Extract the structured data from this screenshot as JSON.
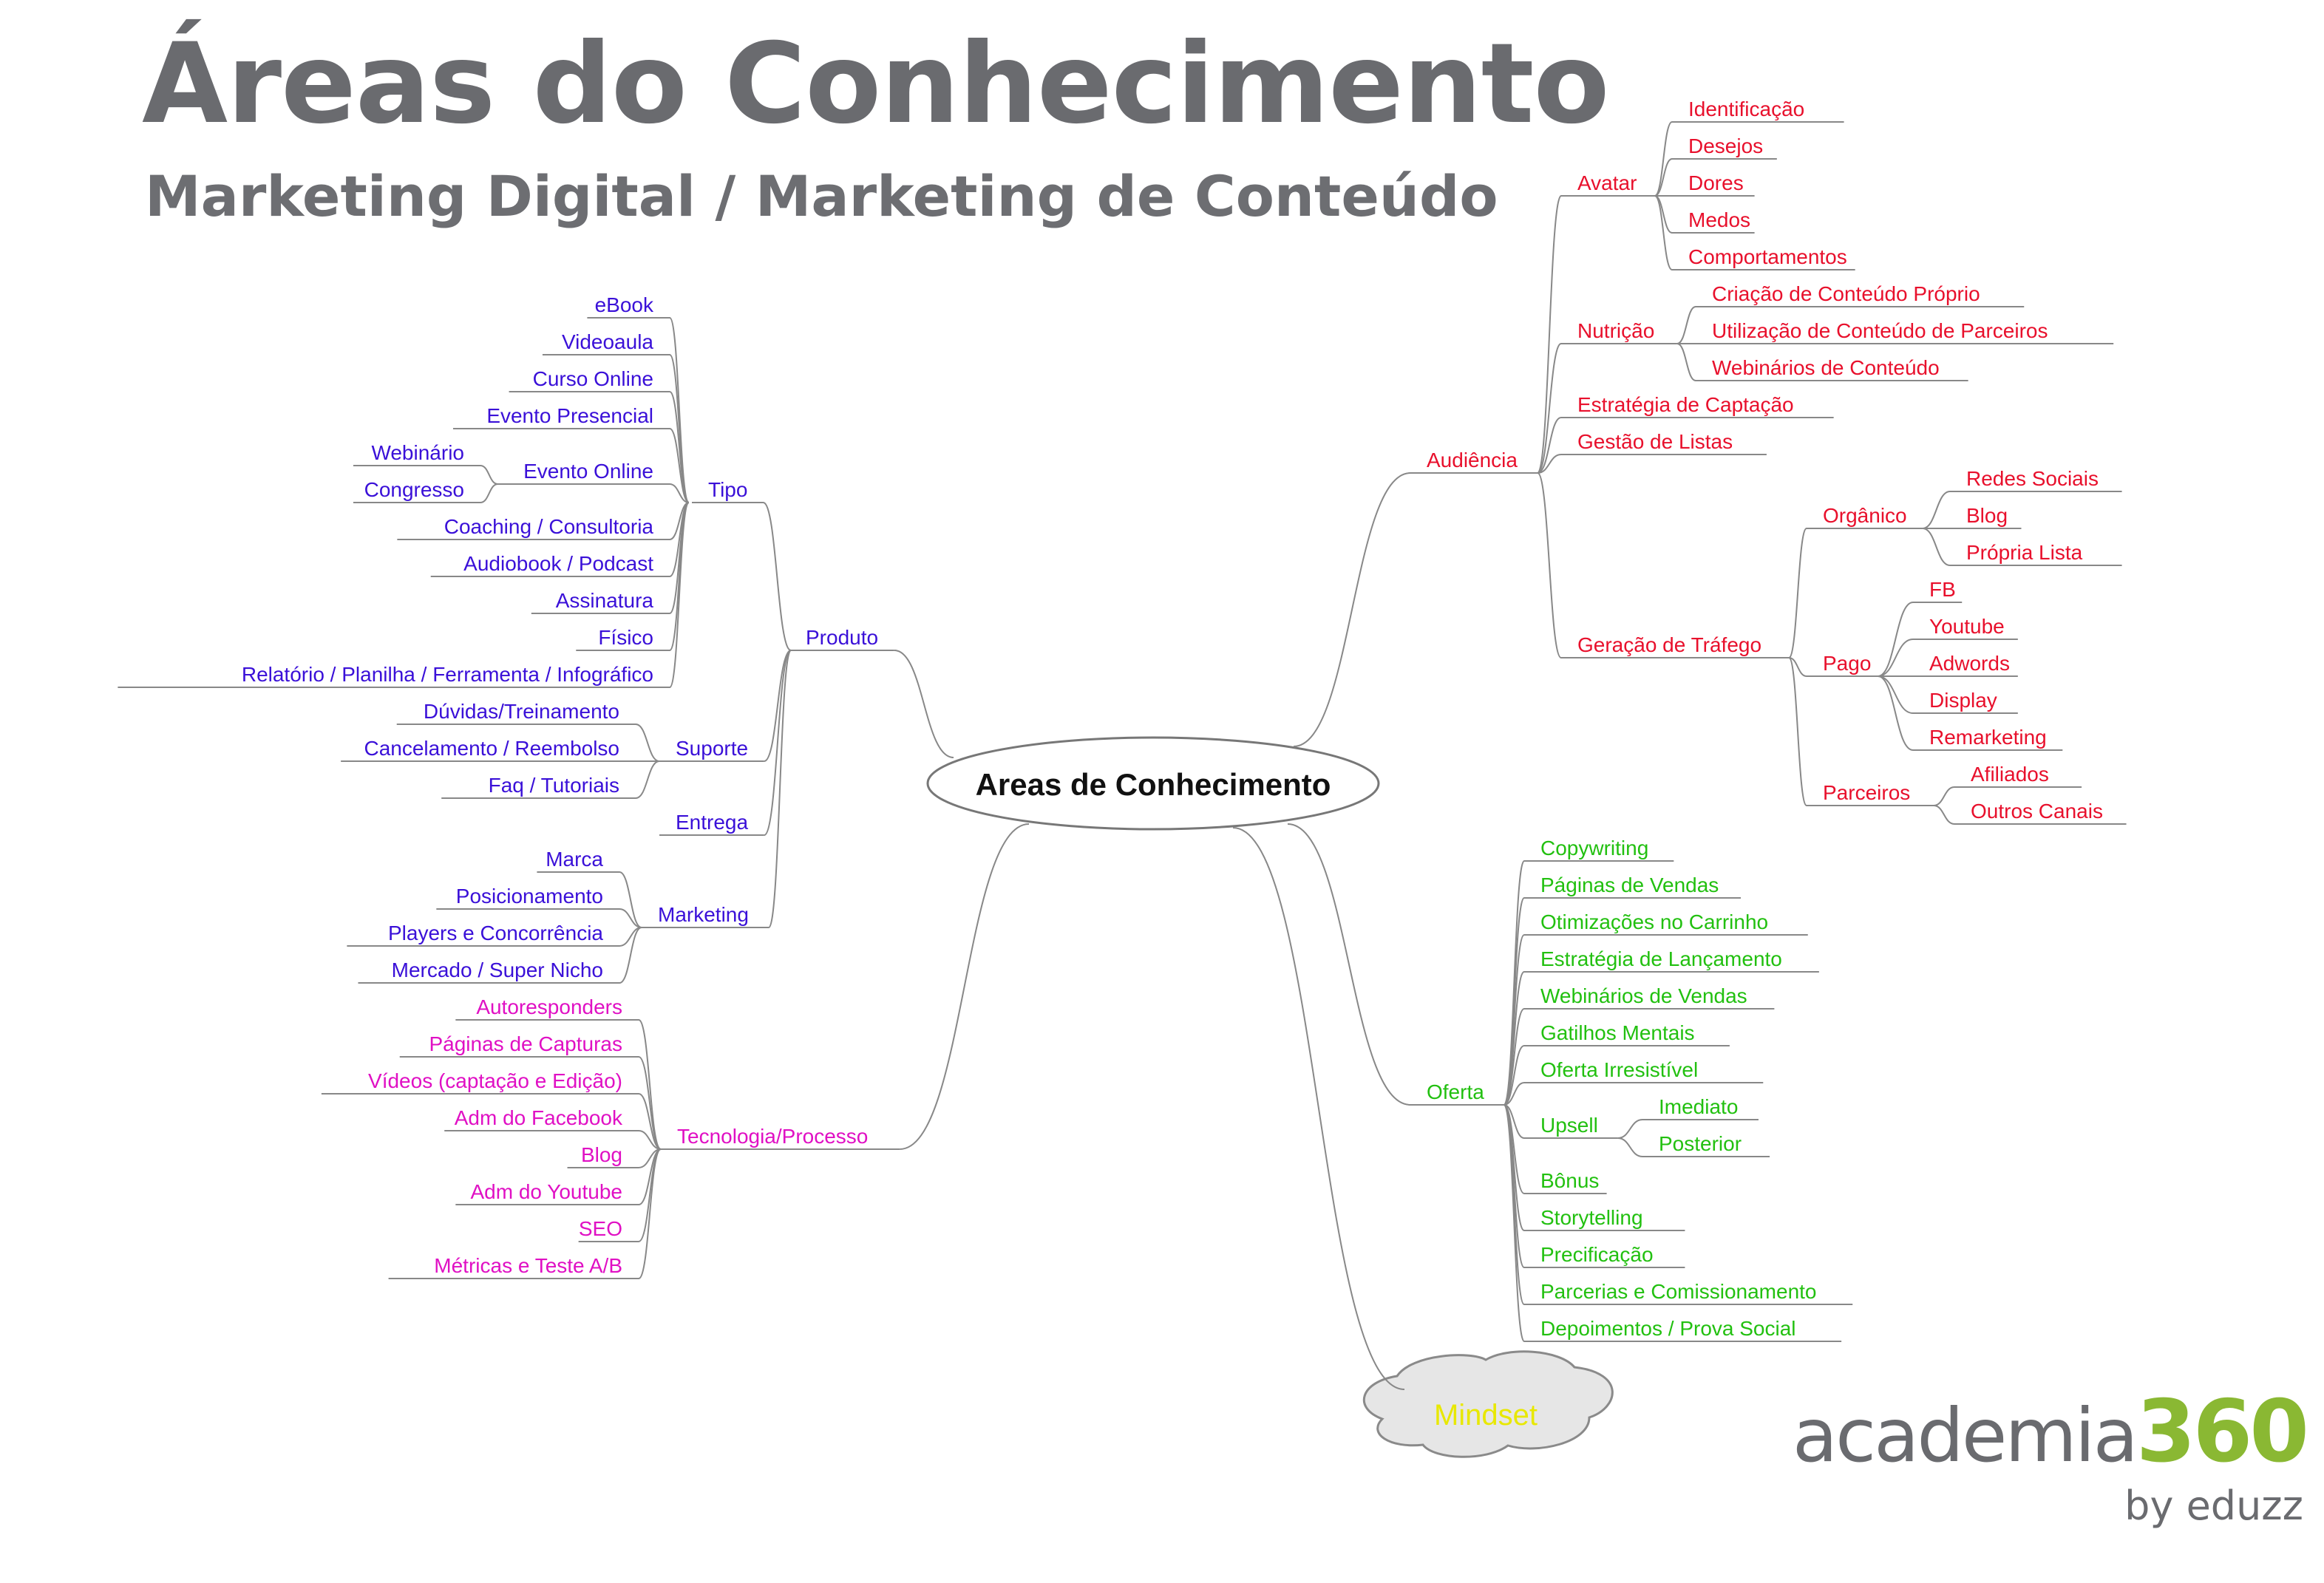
{
  "header": {
    "title": "Áreas do Conhecimento",
    "subtitle": "Marketing Digital / Marketing de Conteúdo"
  },
  "colors": {
    "produto": "#3a10d8",
    "tecnologia": "#e010c4",
    "audiencia": "#e8102c",
    "oferta": "#22c010",
    "mindset": "#e8e800",
    "line": "#888888",
    "title_gray": "#6a6b6f",
    "logo_green": "#8ab833"
  },
  "mindmap": {
    "center": "Areas de Conhecimento",
    "mindset": "Mindset",
    "produto": {
      "label": "Produto",
      "tipo": {
        "label": "Tipo",
        "items": [
          "eBook",
          "Videoaula",
          "Curso Online",
          "Evento Presencial"
        ],
        "evento_online": {
          "label": "Evento Online",
          "children": [
            "Webinário",
            "Congresso"
          ]
        },
        "items2": [
          "Coaching / Consultoria",
          "Audiobook / Podcast",
          "Assinatura",
          "Físico",
          "Relatório / Planilha / Ferramenta / Infográfico"
        ]
      },
      "suporte": {
        "label": "Suporte",
        "items": [
          "Dúvidas/Treinamento",
          "Cancelamento / Reembolso",
          "Faq / Tutoriais"
        ]
      },
      "entrega": "Entrega",
      "marketing": {
        "label": "Marketing",
        "items": [
          "Marca",
          "Posicionamento",
          "Players e Concorrência",
          "Mercado / Super Nicho"
        ]
      }
    },
    "tecnologia": {
      "label": "Tecnologia/Processo",
      "items": [
        "Autoresponders",
        "Páginas de Capturas",
        "Vídeos (captação e Edição)",
        "Adm do Facebook",
        "Blog",
        "Adm do Youtube",
        "SEO",
        "Métricas e Teste A/B"
      ]
    },
    "audiencia": {
      "label": "Audiência",
      "avatar": {
        "label": "Avatar",
        "items": [
          "Identificação",
          "Desejos",
          "Dores",
          "Medos",
          "Comportamentos"
        ]
      },
      "nutricao": {
        "label": "Nutrição",
        "items": [
          "Criação de Conteúdo Próprio",
          "Utilização de Conteúdo de Parceiros",
          "Webinários de Conteúdo"
        ]
      },
      "estrategia": "Estratégia de Captação",
      "gestao": "Gestão de Listas",
      "trafego": {
        "label": "Geração de Tráfego",
        "organico": {
          "label": "Orgânico",
          "items": [
            "Redes Sociais",
            "Blog",
            "Própria Lista"
          ]
        },
        "pago": {
          "label": "Pago",
          "items": [
            "FB",
            "Youtube",
            "Adwords",
            "Display",
            "Remarketing"
          ]
        },
        "parceiros": {
          "label": "Parceiros",
          "items": [
            "Afiliados",
            "Outros Canais"
          ]
        }
      }
    },
    "oferta": {
      "label": "Oferta",
      "items": [
        "Copywriting",
        "Páginas de Vendas",
        "Otimizações no Carrinho",
        "Estratégia de Lançamento",
        "Webinários de Vendas",
        "Gatilhos Mentais",
        "Oferta Irresistível"
      ],
      "upsell": {
        "label": "Upsell",
        "items": [
          "Imediato",
          "Posterior"
        ]
      },
      "items2": [
        "Bônus",
        "Storytelling",
        "Precificação",
        "Parcerias e Comissionamento",
        "Depoimentos / Prova Social"
      ]
    }
  },
  "logo": {
    "word": "academia",
    "number": "360",
    "by": "by eduzz"
  }
}
